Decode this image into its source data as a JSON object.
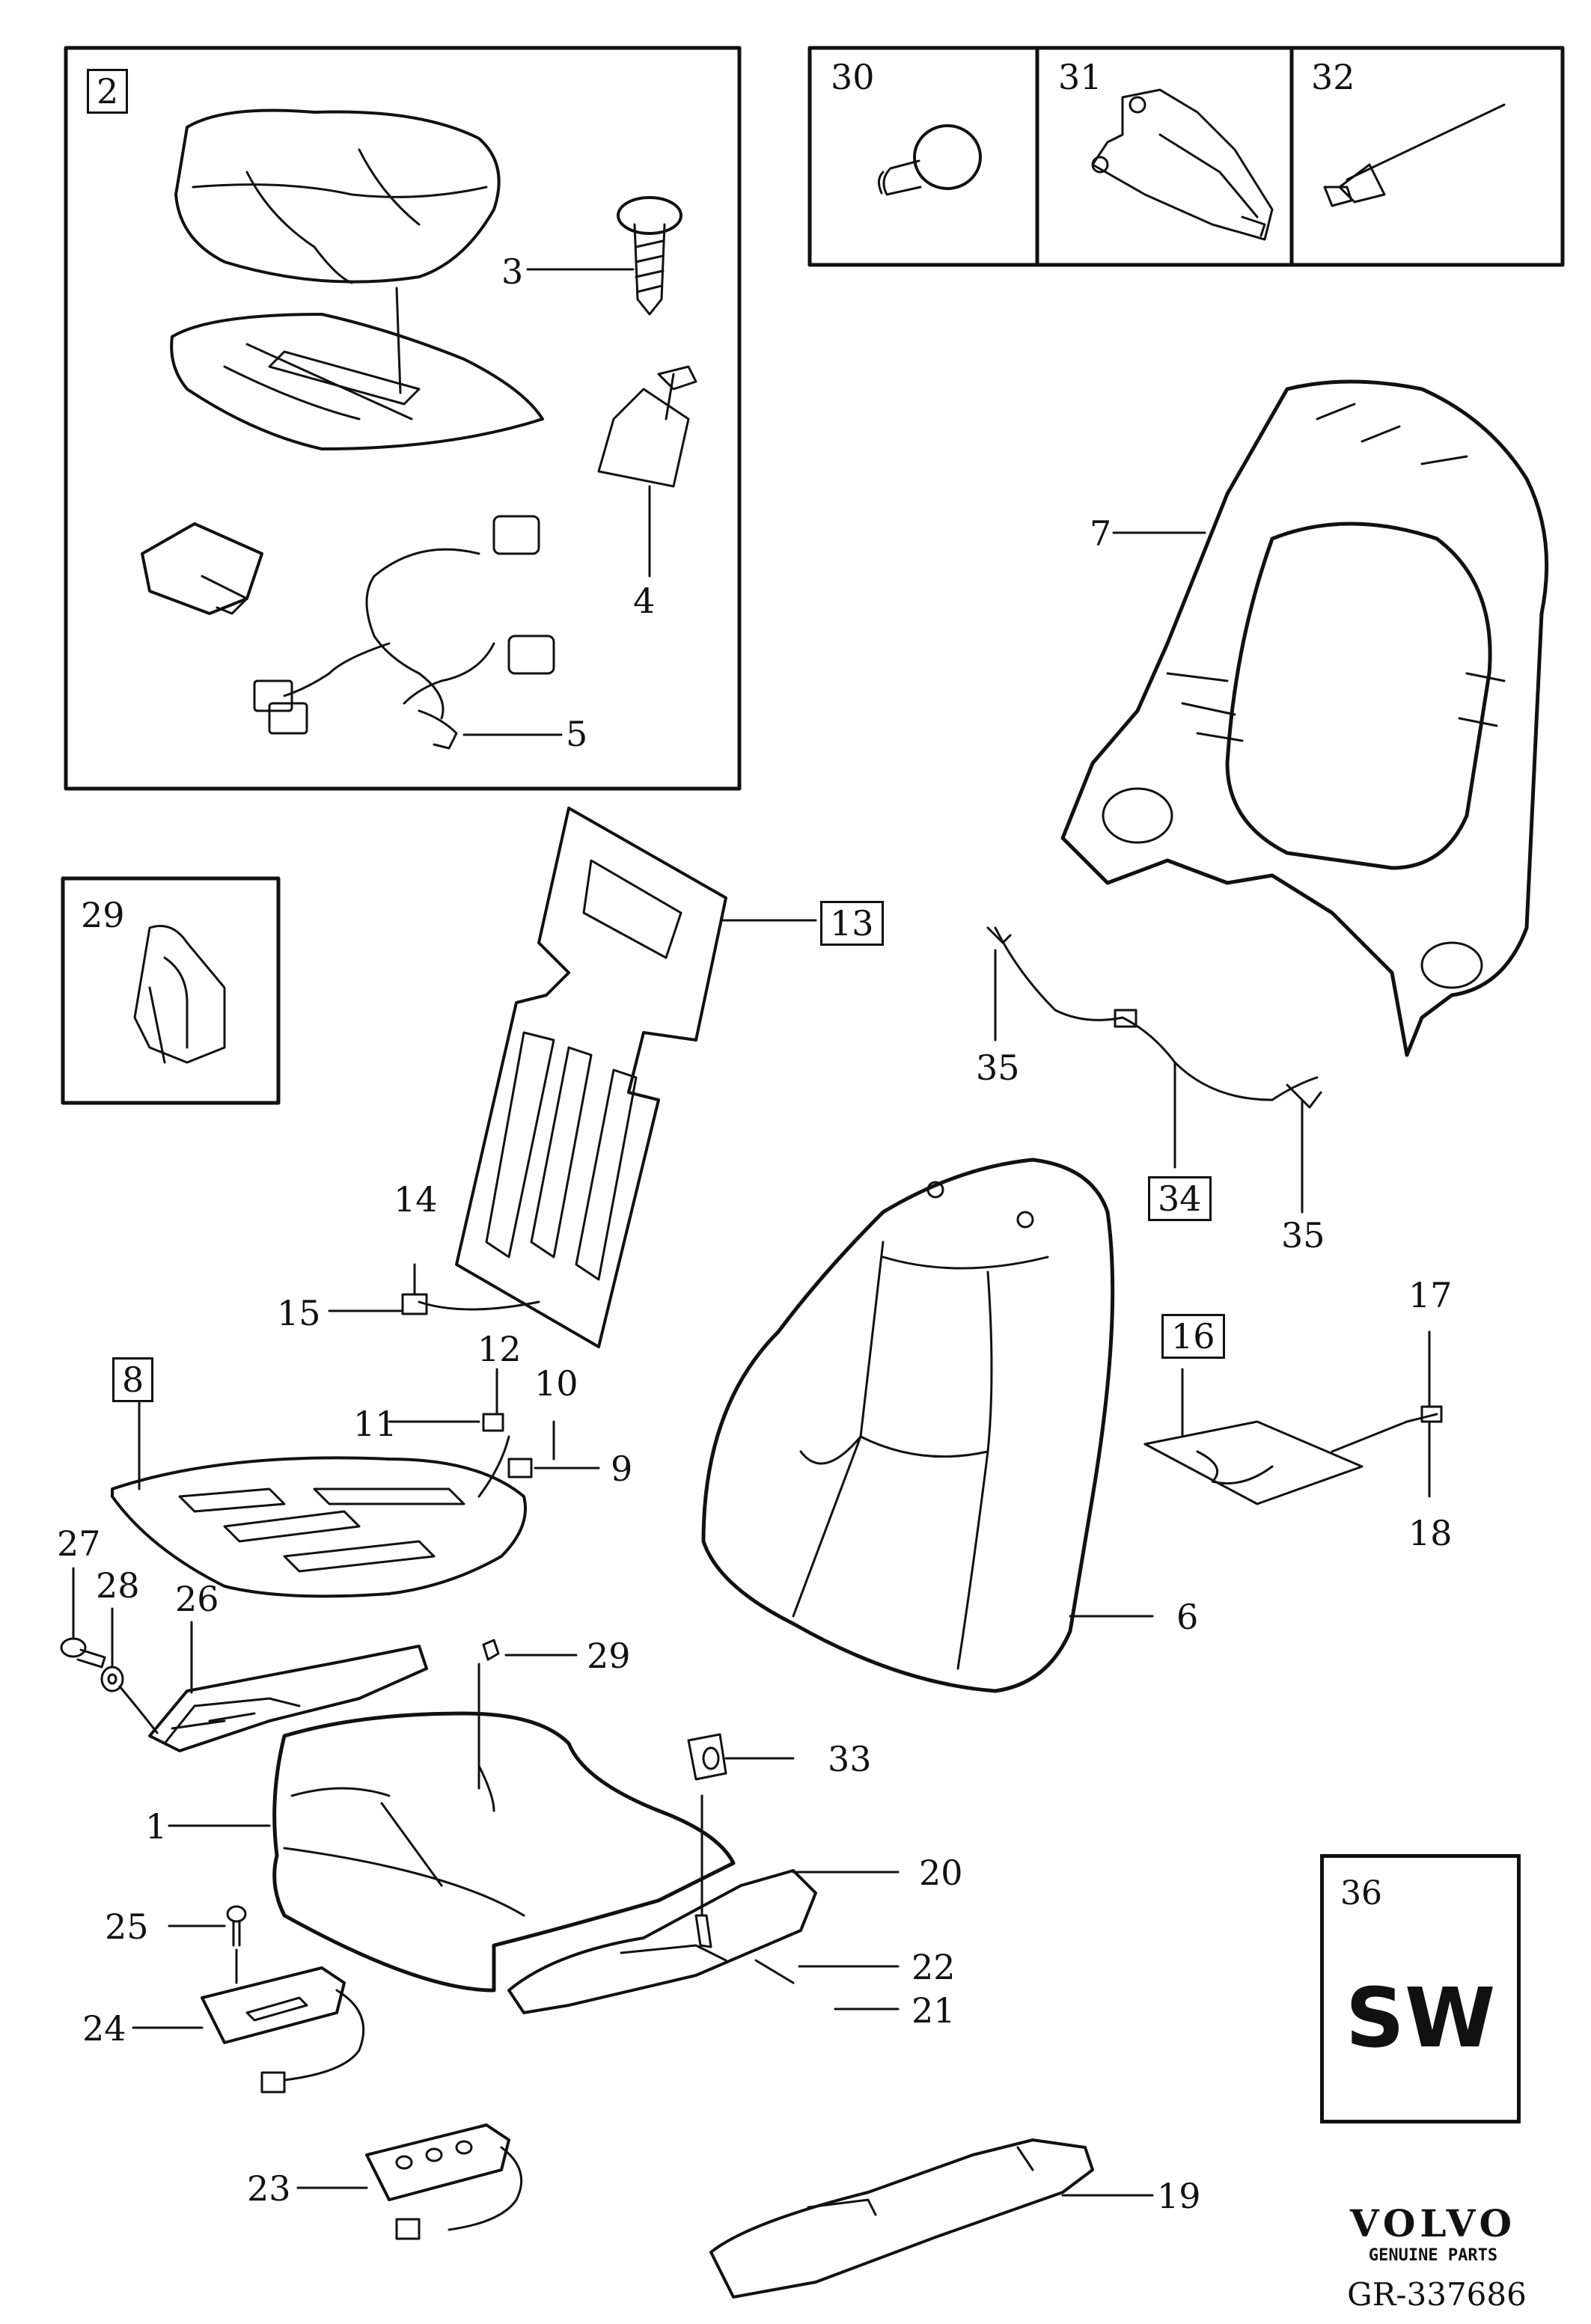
{
  "callouts": [
    {
      "id": "c2",
      "text": "2",
      "boxed": true
    },
    {
      "id": "c3",
      "text": "3",
      "boxed": false
    },
    {
      "id": "c4",
      "text": "4",
      "boxed": false
    },
    {
      "id": "c5",
      "text": "5",
      "boxed": false
    },
    {
      "id": "c6",
      "text": "6",
      "boxed": false
    },
    {
      "id": "c7",
      "text": "7",
      "boxed": false
    },
    {
      "id": "c8",
      "text": "8",
      "boxed": true
    },
    {
      "id": "c9",
      "text": "9",
      "boxed": false
    },
    {
      "id": "c10",
      "text": "10",
      "boxed": false
    },
    {
      "id": "c11",
      "text": "11",
      "boxed": false
    },
    {
      "id": "c12",
      "text": "12",
      "boxed": false
    },
    {
      "id": "c13",
      "text": "13",
      "boxed": true
    },
    {
      "id": "c14",
      "text": "14",
      "boxed": false
    },
    {
      "id": "c15",
      "text": "15",
      "boxed": false
    },
    {
      "id": "c16",
      "text": "16",
      "boxed": true
    },
    {
      "id": "c17",
      "text": "17",
      "boxed": false
    },
    {
      "id": "c18",
      "text": "18",
      "boxed": false
    },
    {
      "id": "c19",
      "text": "19",
      "boxed": false
    },
    {
      "id": "c20",
      "text": "20",
      "boxed": false
    },
    {
      "id": "c21",
      "text": "21",
      "boxed": false
    },
    {
      "id": "c22",
      "text": "22",
      "boxed": false
    },
    {
      "id": "c23",
      "text": "23",
      "boxed": false
    },
    {
      "id": "c24",
      "text": "24",
      "boxed": false
    },
    {
      "id": "c25",
      "text": "25",
      "boxed": false
    },
    {
      "id": "c26",
      "text": "26",
      "boxed": false
    },
    {
      "id": "c27",
      "text": "27",
      "boxed": false
    },
    {
      "id": "c28",
      "text": "28",
      "boxed": false
    },
    {
      "id": "c29a",
      "text": "29",
      "boxed": false
    },
    {
      "id": "c29b",
      "text": "29",
      "boxed": false
    },
    {
      "id": "c1",
      "text": "1",
      "boxed": false
    },
    {
      "id": "c30",
      "text": "30",
      "boxed": false
    },
    {
      "id": "c31",
      "text": "31",
      "boxed": false
    },
    {
      "id": "c32",
      "text": "32",
      "boxed": false
    },
    {
      "id": "c33",
      "text": "33",
      "boxed": false
    },
    {
      "id": "c34",
      "text": "34",
      "boxed": true
    },
    {
      "id": "c35a",
      "text": "35",
      "boxed": false
    },
    {
      "id": "c35b",
      "text": "35",
      "boxed": false
    }
  ],
  "variant_box": {
    "number": "36",
    "code": "SW"
  },
  "brand": {
    "name": "VOLVO",
    "tagline": "GENUINE PARTS"
  },
  "reference": "GR-337686",
  "colors": {
    "line": "#111111",
    "background": "#ffffff"
  }
}
